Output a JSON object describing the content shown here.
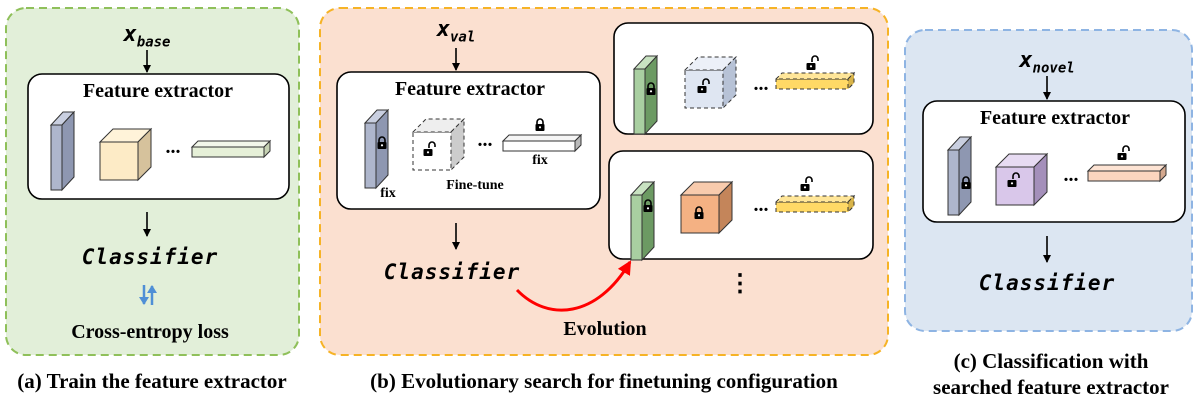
{
  "panel_a": {
    "input_var": "x",
    "input_sub": "base",
    "extractor_title": "Feature extractor",
    "ellipsis": "...",
    "classifier": "Classifier",
    "loss": "Cross-entropy loss",
    "caption": "(a) Train the feature extractor"
  },
  "panel_b": {
    "input_var": "x",
    "input_sub": "val",
    "extractor_title": "Feature extractor",
    "fix_label_left": "fix",
    "fix_label_right": "fix",
    "finetune_label": "Fine-tune",
    "ellipsis": "...",
    "classifier": "Classifier",
    "evolution": "Evolution",
    "more": "⋮",
    "caption": "(b) Evolutionary search for finetuning configuration"
  },
  "panel_c": {
    "input_var": "x",
    "input_sub": "novel",
    "extractor_title": "Feature extractor",
    "ellipsis": "...",
    "classifier": "Classifier",
    "caption_line1": "(c) Classification with",
    "caption_line2": "searched feature extractor"
  },
  "colors": {
    "panel_a_bg": "#e2efd9",
    "panel_a_border": "#8fc05a",
    "panel_b_bg": "#fbe0d0",
    "panel_b_border": "#f6b326",
    "panel_c_bg": "#dce6f2",
    "panel_c_border": "#8eb4e3",
    "evolution_arrow": "#ff0000",
    "loss_arrows": "#4f8fd6"
  }
}
